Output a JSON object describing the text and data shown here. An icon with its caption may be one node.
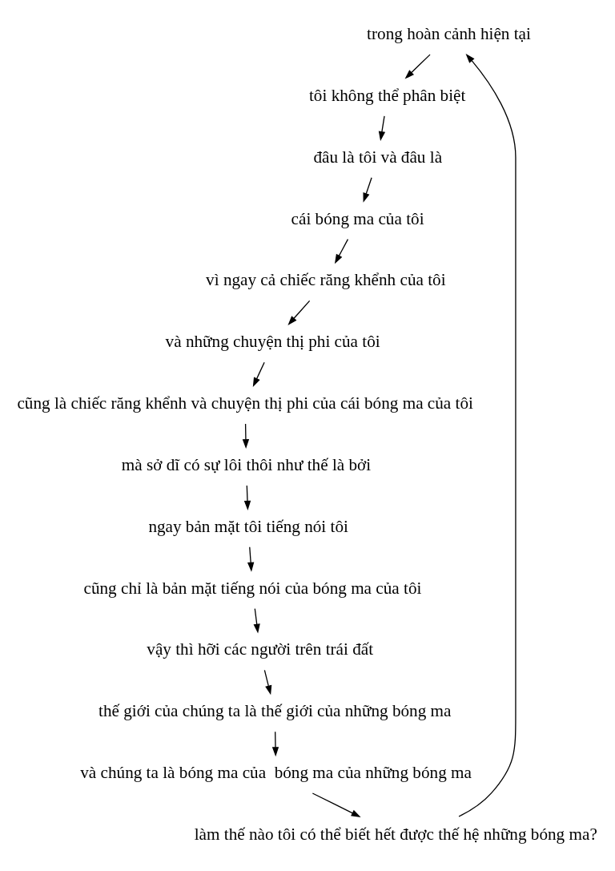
{
  "diagram": {
    "nodes": [
      {
        "text": [
          "trong hoàn cảnh hiện tại"
        ]
      },
      {
        "text": [
          "đâu là tôi và đâu là"
        ]
      },
      {
        "text": [
          "vì ngay cả chiếc răng khểnh của tôi"
        ]
      },
      {
        "text": [
          "cũng là chiếc răng khểnh và chuyện thị phi của cái bóng ma của tôi"
        ]
      },
      {
        "text": [
          "ngay bản mặt tôi tiếng nói tôi"
        ]
      },
      {
        "text": [
          "vậy thì hỡi các người trên trái đất"
        ]
      },
      {
        "text": [
          "thế giới của chúng ta là thế giới của những bóng ma"
        ]
      },
      {
        "text": [
          "làm thế nào tôi có thể biết hết được thế hệ những bóng ma?"
        ]
      },
      {
        "text": [
          "cũng chỉ là bản mặt tiếng nói của bóng ma của tôi"
        ]
      },
      {
        "text": [
          "mà sở dĩ có sự lôi thôi như thế là bởi"
        ]
      },
      {
        "text": [
          "và chúng ta là bóng ma của  bóng ma của những bóng ma"
        ]
      },
      {
        "text": [
          "và những chuyện thị phi của tôi"
        ]
      },
      {
        "text": [
          "cái bóng ma của tôi"
        ]
      },
      {
        "text": [
          "tôi không thể phân biệt"
        ]
      }
    ],
    "edges": [
      {
        "from": 0,
        "to": 13,
        "arrow": "to"
      },
      {
        "from": 13,
        "to": 1,
        "arrow": "to"
      },
      {
        "from": 1,
        "to": 12,
        "arrow": "to"
      },
      {
        "from": 12,
        "to": 2,
        "arrow": "to"
      },
      {
        "from": 2,
        "to": 11,
        "arrow": "to"
      },
      {
        "from": 11,
        "to": 3,
        "arrow": "to"
      },
      {
        "from": 3,
        "to": 9,
        "arrow": "to"
      },
      {
        "from": 9,
        "to": 4,
        "arrow": "to"
      },
      {
        "from": 4,
        "to": 8,
        "arrow": "to"
      },
      {
        "from": 8,
        "to": 5,
        "arrow": "to"
      },
      {
        "from": 5,
        "to": 6,
        "arrow": "to"
      },
      {
        "from": 6,
        "to": 10,
        "arrow": "to"
      },
      {
        "from": 10,
        "to": 7,
        "arrow": "to"
      },
      {
        "from": 7,
        "to": 0,
        "arrow": "to"
      }
    ]
  }
}
